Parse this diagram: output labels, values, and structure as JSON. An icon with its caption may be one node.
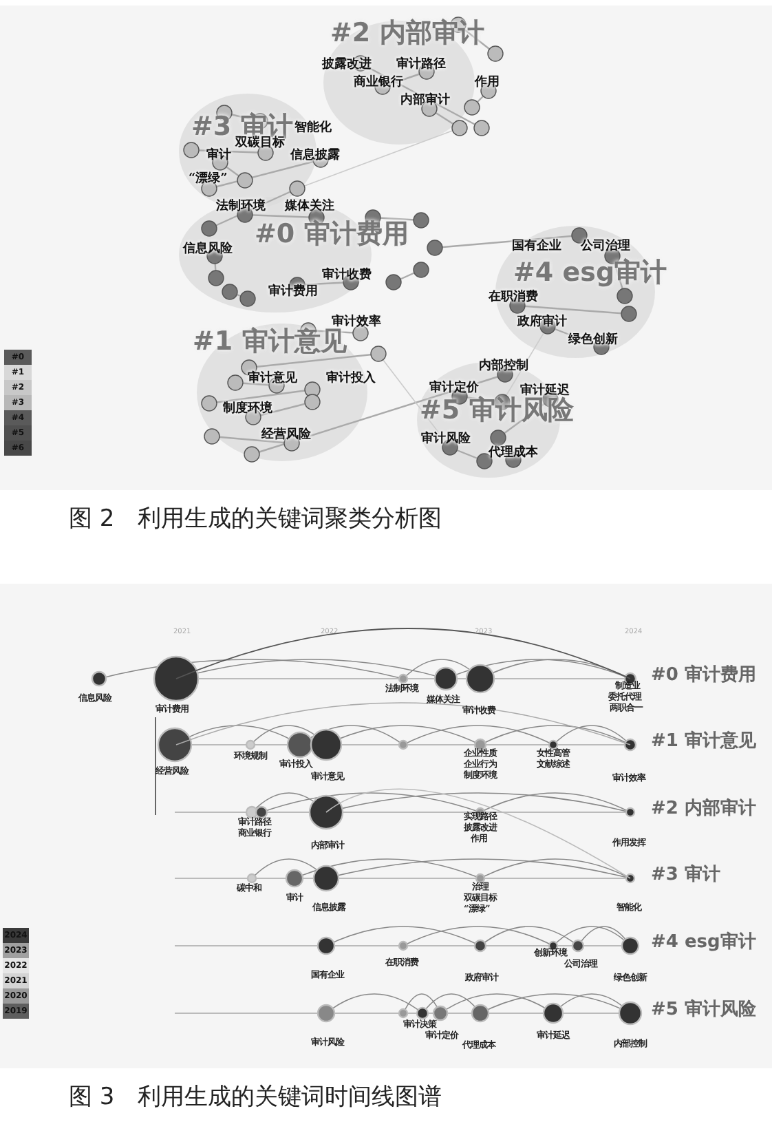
{
  "diagram": {
    "labels": [
      "#2 内部审计",
      "披露改进",
      "审计路径",
      "商业银行",
      "作用",
      "内部审计",
      "#3 审计",
      "智能化",
      "双碳目标",
      "审计",
      "信息披露",
      "“漂绿”",
      "法制环境",
      "媒体关注",
      "信息风险",
      "#0 审计费用",
      "审计收费",
      "审计费用",
      "国有企业",
      "公司治理",
      "#4 esg审计",
      "在职消费",
      "政府审计",
      "绿色创新",
      "审计效率",
      "#1 审计意见",
      "审计意见",
      "审计投入",
      "制度环境",
      "经营风险",
      "内部控制",
      "审计定价",
      "审计延迟",
      "#5 审计风险",
      "审计风险",
      "代理成本",
      "图 2　利用生成的关键词聚类分析图",
      "2021",
      "2022",
      "2023",
      "2024",
      "#0 审计费用",
      "信息风险",
      "审计费用",
      "法制环境",
      "媒体关注",
      "审计收费",
      "制造业",
      "委托代理",
      "两职合一",
      "#1 审计意见",
      "经营风险",
      "环境规制",
      "审计投入",
      "审计意见",
      "企业性质",
      "企业行为",
      "制度环境",
      "女性高管",
      "文献综述",
      "审计效率",
      "#2 内部审计",
      "审计路径",
      "商业银行",
      "内部审计",
      "实现路径",
      "披露改进",
      "作用",
      "作用发挥",
      "#3 审计",
      "碳中和",
      "审计",
      "信息披露",
      "治理",
      "双碳目标",
      "“漂绿”",
      "智能化",
      "#4 esg审计",
      "国有企业",
      "在职消费",
      "政府审计",
      "创新环境",
      "公司治理",
      "绿色创新",
      "#5 审计风险",
      "审计风险",
      "审计决策",
      "审计定价",
      "代理成本",
      "审计延迟",
      "内部控制",
      "图 3　利用生成的关键词时间线图谱"
    ],
    "legend": [
      {
        "text": "#0",
        "color": "#5a5a5a"
      },
      {
        "text": "#1",
        "color": "#d8d8d8"
      },
      {
        "text": "#2",
        "color": "#c8c8c8"
      },
      {
        "text": "#3",
        "color": "#b8b8b8"
      },
      {
        "text": "#4",
        "color": "#5a5a5a"
      },
      {
        "text": "#5",
        "color": "#505050"
      },
      {
        "text": "#6",
        "color": "#484848"
      },
      {
        "text": "2024",
        "color": "#3a3a3a"
      },
      {
        "text": "2023",
        "color": "#a0a0a0"
      },
      {
        "text": "2022",
        "color": "#e6e6e6"
      },
      {
        "text": "2021",
        "color": "#d4d4d4"
      },
      {
        "text": "2020",
        "color": "#9a9a9a"
      },
      {
        "text": "2019",
        "color": "#5e5e5e"
      }
    ]
  }
}
